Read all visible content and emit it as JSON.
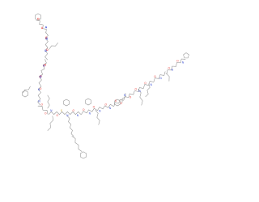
{
  "molecule": {
    "colors": {
      "bond": "#8f8f8f",
      "oxygen": "#e8342e",
      "nitrogen": "#3a4fd6",
      "sulfur": "#c9a227"
    },
    "atom_labels": [
      "O",
      "O",
      "N",
      "O",
      "N",
      "O",
      "N",
      "O",
      "O",
      "N",
      "O",
      "O",
      "N",
      "N",
      "O",
      "O",
      "N",
      "O",
      "S",
      "N",
      "O",
      "N",
      "O",
      "N",
      "O",
      "N",
      "O",
      "N",
      "O",
      "O",
      "N",
      "O",
      "O",
      "N",
      "O",
      "N",
      "O",
      "N",
      "O",
      "N",
      "O",
      "N",
      "O",
      "O",
      "N",
      "O",
      "N",
      "O",
      "N",
      "O",
      "N",
      "O",
      "N"
    ]
  }
}
